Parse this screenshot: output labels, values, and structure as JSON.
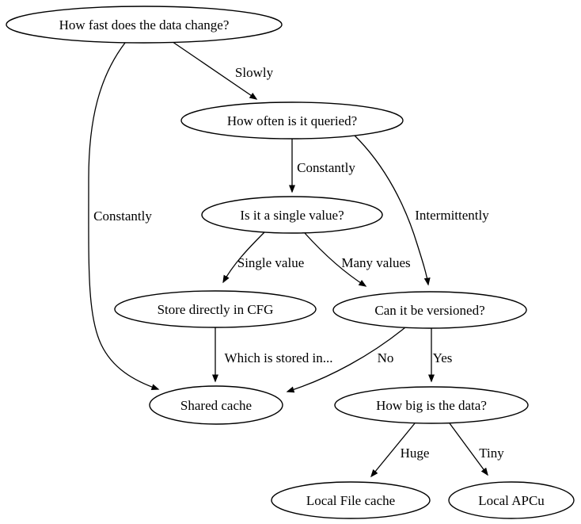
{
  "diagram": {
    "description": "Caching decision flowchart",
    "background_color": "#ffffff",
    "line_color": "#000000",
    "text_color": "#000000",
    "nodes": {
      "how_fast": "How fast does the data change?",
      "how_often": "How often is it queried?",
      "is_single": "Is it a single value?",
      "store_cfg": "Store directly in CFG",
      "versioned": "Can it be versioned?",
      "shared_cache": "Shared cache",
      "how_big": "How big is the data?",
      "local_file": "Local File cache",
      "local_apcu": "Local APCu"
    },
    "edge_labels": {
      "slowly": "Slowly",
      "constantly_left": "Constantly",
      "constantly_mid": "Constantly",
      "intermittently": "Intermittently",
      "single_value": "Single value",
      "many_values": "Many values",
      "which_stored": "Which is stored in...",
      "no": "No",
      "yes": "Yes",
      "huge": "Huge",
      "tiny": "Tiny"
    }
  }
}
